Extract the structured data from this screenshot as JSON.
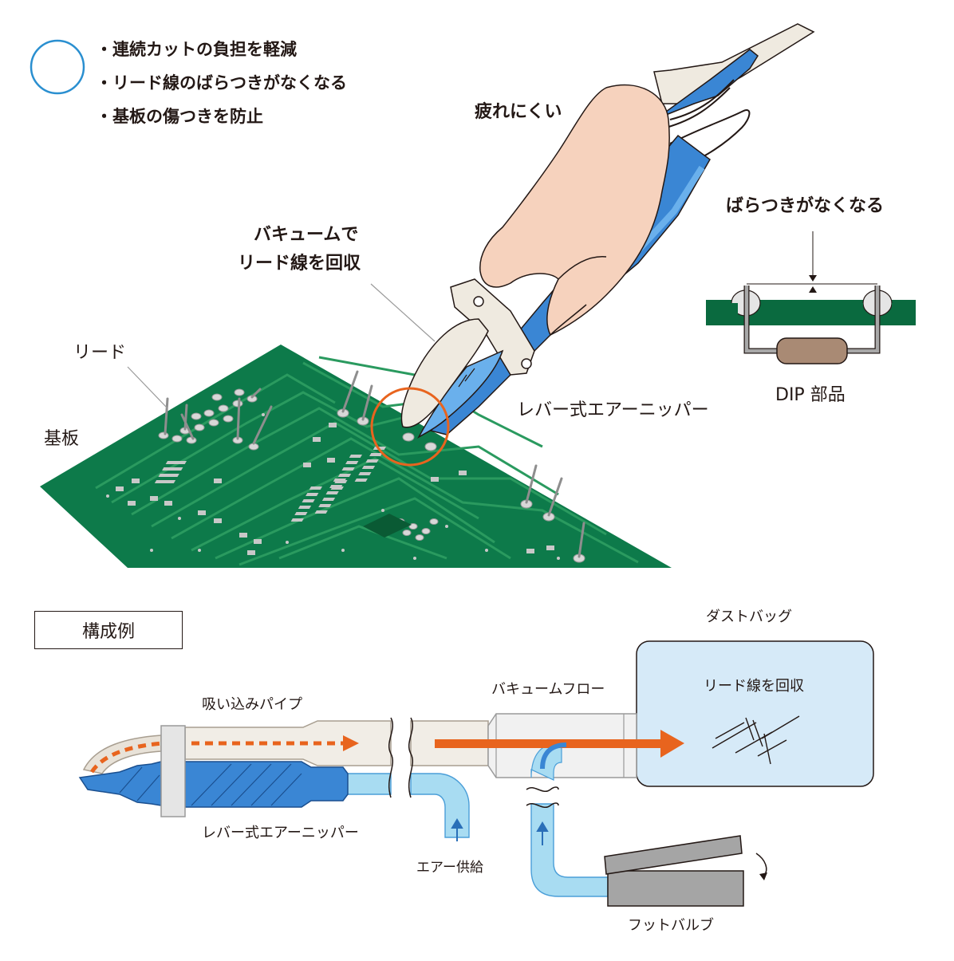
{
  "colors": {
    "pcb": "#0d7a4a",
    "pcb_dark": "#0a6a3f",
    "trace": "#2a9a5f",
    "pad": "#c8c8c8",
    "hand": "#f6d2bd",
    "tool_blue": "#3a86d4",
    "tool_blue_light": "#6ab0ec",
    "blade": "#efeae0",
    "highlight_ring": "#e8641e",
    "check_circle": "#2a8fd0",
    "vacuum_arrow": "#e8641e",
    "air_pipe": "#a8dcf2",
    "air_pipe_edge": "#4a9ed8",
    "bag_fill": "#d6eaf8",
    "pipe_beige": "#e8e2d8",
    "pedal": "#a5a5a5",
    "resistor": "#a98a74",
    "lead": "#8e8e8e"
  },
  "features": {
    "items": [
      "・連続カットの負担を軽減",
      "・リード線のばらつきがなくなる",
      "・基板の傷つきを防止"
    ]
  },
  "top_labels": {
    "hand": "疲れにくい",
    "vacuum_line1": "バキュームで",
    "vacuum_line2": "リード線を回収",
    "lead": "リード",
    "board": "基板",
    "nipper": "レバー式エアーニッパー",
    "uniform": "ばらつきがなくなる",
    "dip": "DIP 部品"
  },
  "config": {
    "title": "構成例",
    "suction_pipe": "吸い込みパイプ",
    "vacuum_flow": "バキュームフロー",
    "dust_bag": "ダストバッグ",
    "collect": "リード線を回収",
    "nipper": "レバー式エアーニッパー",
    "air_supply": "エアー供給",
    "foot_valve": "フットバルブ"
  }
}
